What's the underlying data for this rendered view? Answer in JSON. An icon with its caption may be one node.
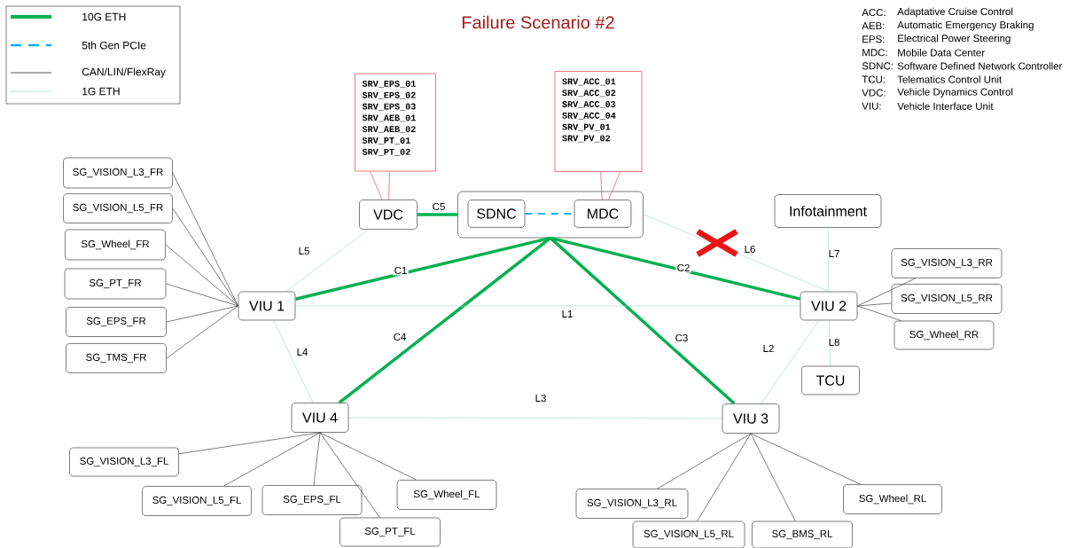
{
  "diagram": {
    "title": "Failure Scenario #2",
    "nodes": [
      {
        "text": [
          "SRV_EPS_01",
          "SRV_EPS_02",
          "SRV_EPS_03",
          "SRV_AEB_01",
          "SRV_AEB_02",
          "SRV_PT_01",
          "SRV_PT_02"
        ]
      },
      {
        "text": [
          "SRV_ACC_01",
          "SRV_ACC_02",
          "SRV_ACC_03",
          "SRV_ACC_04",
          "SRV_PV_01",
          "SRV_PV_02"
        ]
      },
      {
        "text": [
          "VDC"
        ]
      },
      {
        "text": [],
        "shape": "box"
      },
      {
        "text": [
          "SDNC"
        ],
        "in": 3
      },
      {
        "text": [
          "MDC"
        ],
        "in": 3
      },
      {
        "text": [
          "Infotainment"
        ]
      },
      {
        "text": [
          "SG_VISION_L3_FR"
        ]
      },
      {
        "text": [
          "SG_VISION_L5_FR"
        ]
      },
      {
        "text": [
          "SG_Wheel_FR"
        ]
      },
      {
        "text": [
          "SG_PT_FR"
        ]
      },
      {
        "text": [
          "SG_EPS_FR"
        ]
      },
      {
        "text": [
          "SG_TMS_FR"
        ]
      },
      {
        "text": [
          "VIU 1"
        ]
      },
      {
        "text": [
          "SG_VISION_L3_RR"
        ]
      },
      {
        "text": [
          "SG_VISION_L5_RR"
        ]
      },
      {
        "text": [
          "SG_Wheel_RR"
        ]
      },
      {
        "text": [
          "VIU 2"
        ]
      },
      {
        "text": [
          "TCU"
        ]
      },
      {
        "text": [
          "VIU 4"
        ]
      },
      {
        "text": [
          "VIU 3"
        ]
      },
      {
        "text": [
          "SG_VISION_L3_FL"
        ]
      },
      {
        "text": [
          "SG_VISION_L5_FL"
        ]
      },
      {
        "text": [
          "SG_EPS_FL"
        ]
      },
      {
        "text": [
          "SG_PT_FL"
        ]
      },
      {
        "text": [
          "SG_Wheel_FL"
        ]
      },
      {
        "text": [
          "SG_VISION_L3_RL"
        ]
      },
      {
        "text": [
          "SG_VISION_L5_RL"
        ]
      },
      {
        "text": [
          "SG_BMS_RL"
        ]
      },
      {
        "text": [
          "SG_Wheel_RL"
        ]
      }
    ],
    "edges": [
      {
        "from": 3,
        "to": 13,
        "arrow": "none",
        "label": "C1",
        "style": "thick",
        "color": "#00b050"
      },
      {
        "from": 3,
        "to": 17,
        "arrow": "none",
        "label": "C2",
        "style": "thick",
        "color": "#00b050"
      },
      {
        "from": 3,
        "to": 20,
        "arrow": "none",
        "label": "C3",
        "style": "thick",
        "color": "#00b050"
      },
      {
        "from": 3,
        "to": 19,
        "arrow": "none",
        "label": "C4",
        "style": "thick",
        "color": "#00b050"
      },
      {
        "from": 2,
        "to": 3,
        "arrow": "none",
        "label": "C5",
        "style": "thick",
        "color": "#00b050"
      },
      {
        "from": 4,
        "to": 5,
        "arrow": "none",
        "style": "dashed",
        "color": "#00b0f0"
      },
      {
        "from": 13,
        "to": 17,
        "arrow": "none",
        "label": "L1",
        "color": "#9fe0cf"
      },
      {
        "from": 20,
        "to": 17,
        "arrow": "none",
        "label": "L2",
        "color": "#9fe0cf"
      },
      {
        "from": 19,
        "to": 20,
        "arrow": "none",
        "label": "L3",
        "color": "#9fe0cf"
      },
      {
        "from": 13,
        "to": 19,
        "arrow": "none",
        "label": "L4",
        "color": "#9fe0cf"
      },
      {
        "from": 13,
        "to": 2,
        "arrow": "none",
        "label": "L5",
        "color": "#9fe0cf"
      },
      {
        "from": 3,
        "to": 17,
        "arrow": "none",
        "label": "L6",
        "color": "#9fe0cf"
      },
      {
        "from": 6,
        "to": 17,
        "arrow": "none",
        "label": "L7",
        "color": "#9fe0cf"
      },
      {
        "from": 17,
        "to": 18,
        "arrow": "none",
        "label": "L8",
        "color": "#9fe0cf"
      },
      {
        "from": 7,
        "to": 13,
        "arrow": "none"
      },
      {
        "from": 8,
        "to": 13,
        "arrow": "none"
      },
      {
        "from": 9,
        "to": 13,
        "arrow": "none"
      },
      {
        "from": 10,
        "to": 13,
        "arrow": "none"
      },
      {
        "from": 11,
        "to": 13,
        "arrow": "none"
      },
      {
        "from": 12,
        "to": 13,
        "arrow": "none"
      },
      {
        "from": 17,
        "to": 14,
        "arrow": "none"
      },
      {
        "from": 17,
        "to": 15,
        "arrow": "none"
      },
      {
        "from": 17,
        "to": 16,
        "arrow": "none"
      },
      {
        "from": 19,
        "to": 21,
        "arrow": "none"
      },
      {
        "from": 19,
        "to": 22,
        "arrow": "none"
      },
      {
        "from": 19,
        "to": 23,
        "arrow": "none"
      },
      {
        "from": 19,
        "to": 24,
        "arrow": "none"
      },
      {
        "from": 19,
        "to": 25,
        "arrow": "none"
      },
      {
        "from": 20,
        "to": 26,
        "arrow": "none"
      },
      {
        "from": 20,
        "to": 27,
        "arrow": "none"
      },
      {
        "from": 20,
        "to": 28,
        "arrow": "none"
      },
      {
        "from": 20,
        "to": 29,
        "arrow": "none"
      },
      {
        "from": 0,
        "to": 2,
        "arrow": "none",
        "color": "#ff4040"
      },
      {
        "from": 1,
        "to": 5,
        "arrow": "none",
        "color": "#ff4040"
      }
    ],
    "labels": [
      "ACC:",
      "Adaptative Cruise Control",
      "AEB:",
      "Automatic Emergency Braking",
      "EPS:",
      "Electrical Power Steering",
      "MDC:",
      "Mobile Data Center",
      "SDNC:",
      "Software Defined Network Controller",
      "TCU:",
      "Telematics Control Unit",
      "VDC:",
      "Vehicle Dynamics Control",
      "VIU:",
      "Vehicle Interface Unit"
    ],
    "legend": [
      {
        "text": "10G ETH"
      },
      {
        "text": "5th Gen PCIe"
      },
      {
        "text": "CAN/LIN/FlexRay"
      },
      {
        "text": "1G ETH"
      }
    ]
  }
}
